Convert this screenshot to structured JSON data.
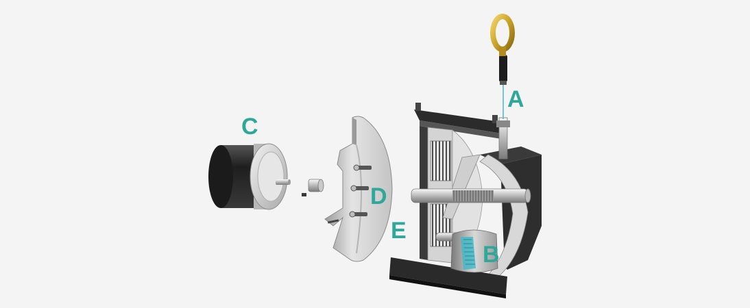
{
  "labels": {
    "a": "A",
    "b": "B",
    "c": "C",
    "d": "D",
    "e": "E"
  },
  "parts": {
    "a": "eyebolt-and-cable",
    "b": "cable-drum",
    "c": "rotary-encoder",
    "d": "mounting-flange",
    "e": "spring-motor"
  },
  "colors": {
    "background": "#f4f4f4",
    "label": "#2fa89a",
    "housing": "#c8c8c8",
    "housing_dark": "#2b2b2b",
    "encoder_body": "#2a2a2a",
    "flange": "#d0d0d0",
    "eyebolt": "#c9a227",
    "cable": "#44b8c8"
  }
}
